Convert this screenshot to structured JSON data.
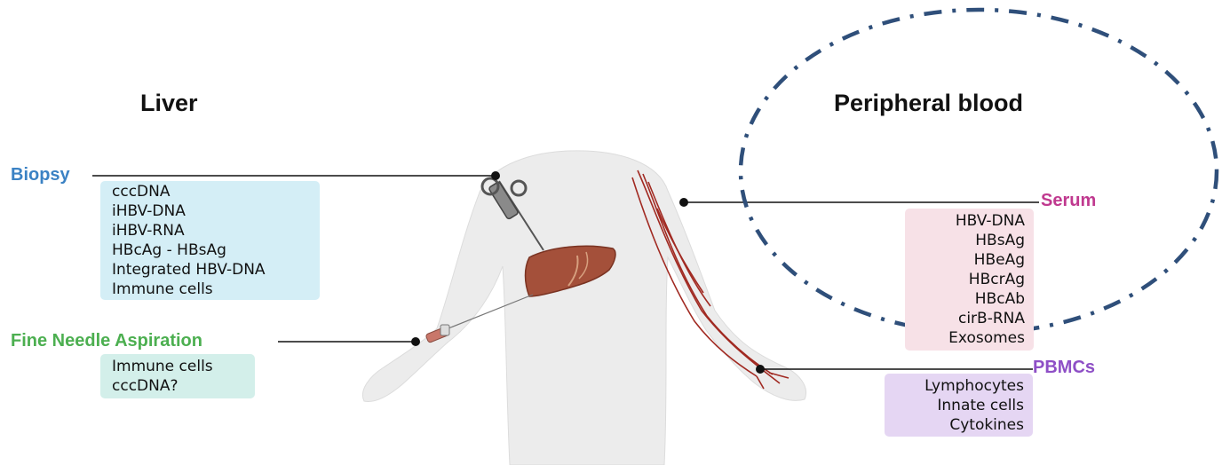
{
  "colors": {
    "biopsy": "#3b82c4",
    "fna": "#4caf50",
    "serum": "#c0398f",
    "pbmc": "#8e4fc6",
    "biopsy_box": "#d4eef6",
    "fna_box": "#d3efea",
    "serum_box": "#f7e1e7",
    "pbmc_box": "#e5d6f3",
    "ellipse": "#2f4f7a",
    "liver": "#a4503a",
    "vessels": "#a12a22",
    "body": "#ececec"
  },
  "headings": {
    "liver": "Liver",
    "peripheral": "Peripheral blood"
  },
  "methods": {
    "biopsy": "Biopsy",
    "fna": "Fine Needle Aspiration",
    "serum": "Serum",
    "pbmc": "PBMCs"
  },
  "boxes": {
    "biopsy": [
      "cccDNA",
      "iHBV-DNA",
      "iHBV-RNA",
      "HBcAg - HBsAg",
      "Integrated HBV-DNA",
      "Immune cells"
    ],
    "fna": [
      "Immune cells",
      "cccDNA?"
    ],
    "serum": [
      "HBV-DNA",
      "HBsAg",
      "HBeAg",
      "HBcrAg",
      "HBcAb",
      "cirB-RNA",
      "Exosomes"
    ],
    "pbmc": [
      "Lymphocytes",
      "Innate cells",
      "Cytokines"
    ]
  },
  "icons": {
    "body": "human-body-silhouette",
    "liver": "liver-organ",
    "biopsy_tool": "biopsy-needle-icon",
    "fna_tool": "syringe-icon",
    "vessels": "arm-blood-vessels"
  }
}
